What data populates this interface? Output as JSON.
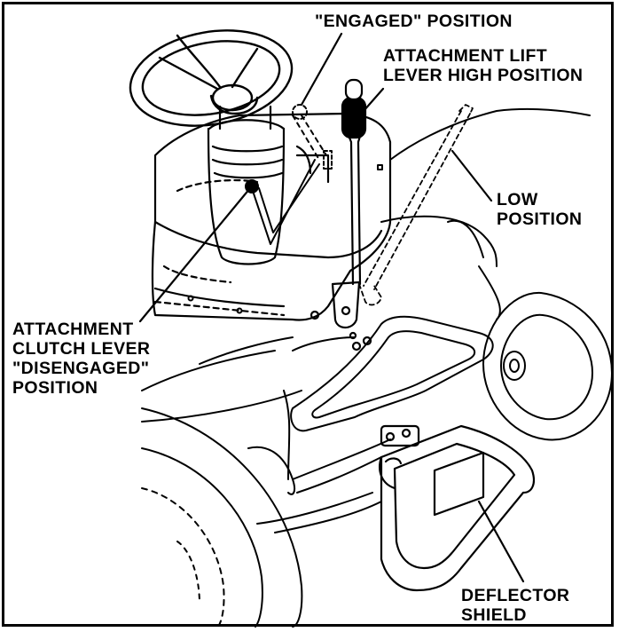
{
  "diagram": {
    "labels": {
      "engaged": [
        "\"ENGAGED\" POSITION"
      ],
      "lift_high": [
        "ATTACHMENT LIFT",
        "LEVER HIGH POSITION"
      ],
      "low": [
        "LOW",
        "POSITION"
      ],
      "clutch": [
        "ATTACHMENT",
        "CLUTCH LEVER",
        "\"DISENGAGED\"",
        "POSITION"
      ],
      "deflector": [
        "DEFLECTOR",
        "SHIELD"
      ]
    },
    "colors": {
      "ink": "#000000",
      "paper": "#ffffff"
    }
  }
}
